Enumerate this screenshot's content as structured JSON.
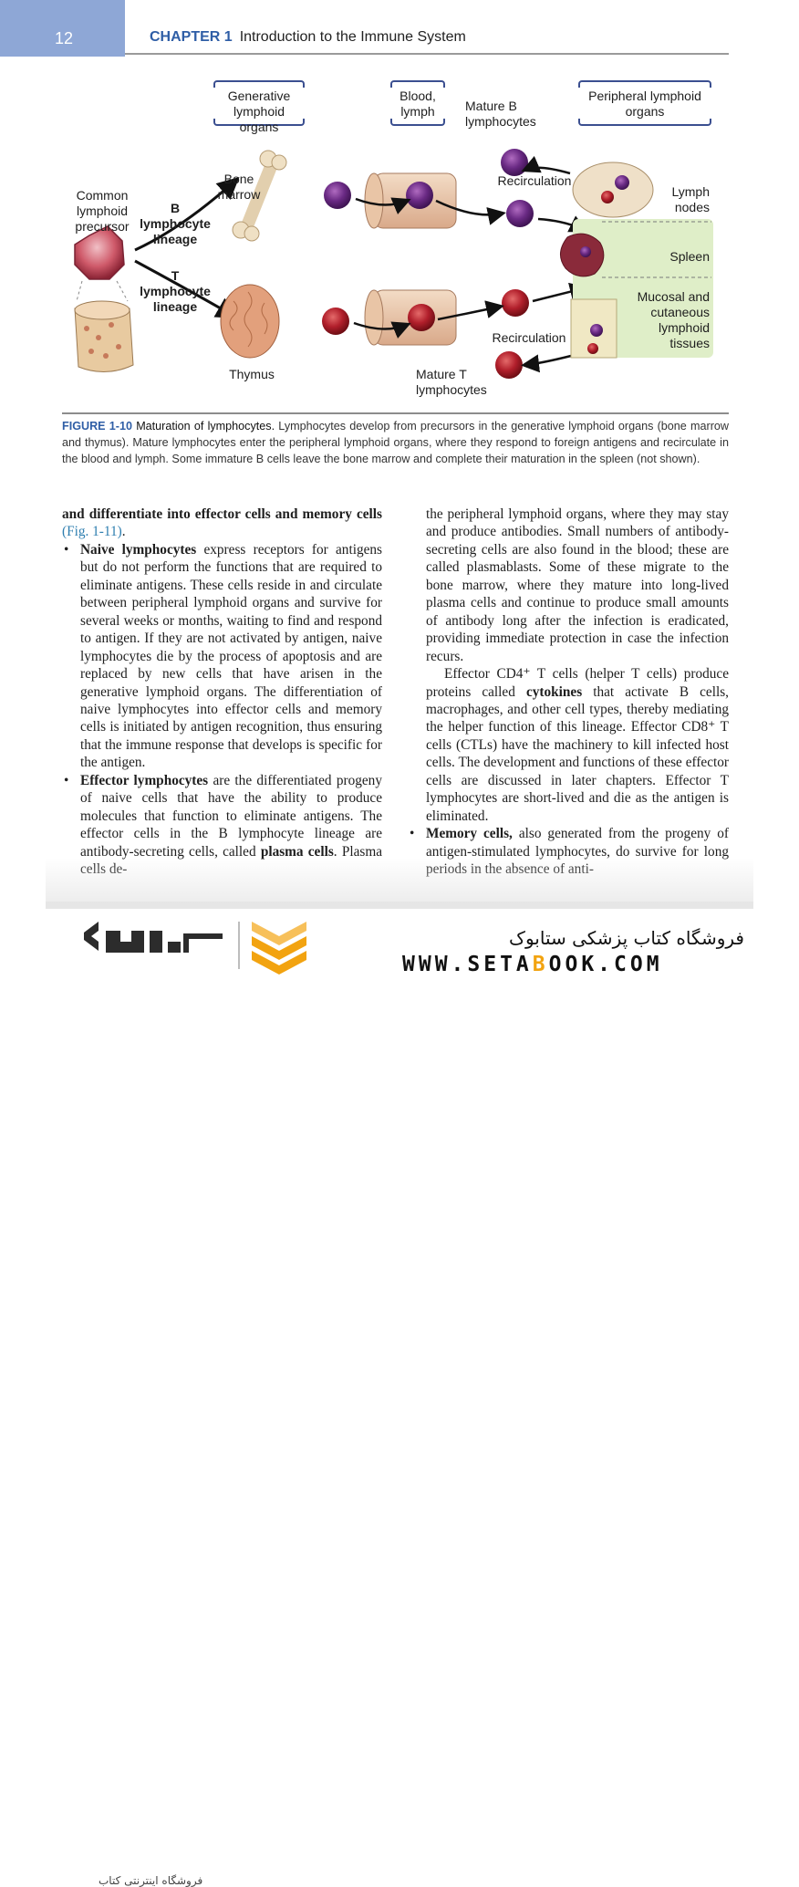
{
  "header": {
    "page_number": "12",
    "chapter_label": "CHAPTER 1",
    "chapter_title": "Introduction to the Immune System"
  },
  "figure": {
    "col_generative": "Generative lymphoid organs",
    "col_blood": "Blood, lymph",
    "col_peripheral": "Peripheral lymphoid organs",
    "common_precursor": "Common lymphoid precursor",
    "bone_marrow": "Bone marrow",
    "b_lineage": "B lymphocyte lineage",
    "t_lineage": "T lymphocyte lineage",
    "thymus": "Thymus",
    "mature_b": "Mature B lymphocytes",
    "mature_t": "Mature T lymphocytes",
    "recirc_top": "Recirculation",
    "recirc_bottom": "Recirculation",
    "lymph_nodes": "Lymph nodes",
    "spleen": "Spleen",
    "mucosal": "Mucosal and cutaneous lymphoid tissues"
  },
  "caption": {
    "label": "FIGURE 1-10",
    "title": "Maturation of lymphocytes.",
    "text": "Lymphocytes develop from precursors in the generative lymphoid organs (bone marrow and thymus). Mature lymphocytes enter the peripheral lymphoid organs, where they respond to foreign antigens and recirculate in the blood and lymph. Some immature B cells leave the bone marrow and complete their maturation in the spleen (not shown)."
  },
  "left_column": {
    "p1_bold": "and differentiate into effector cells and memory cells",
    "p1_link": "(Fig. 1-11)",
    "p1_end": ".",
    "b1_term": "Naive lymphocytes",
    "b1_text": " express receptors for antigens but do not perform the functions that are required to eliminate antigens. These cells reside in and circulate between peripheral lymphoid organs and survive for several weeks or months, waiting to find and respond to antigen. If they are not activated by antigen, naive lymphocytes die by the process of apoptosis and are replaced by new cells that have arisen in the generative lymphoid organs. The differentiation of naive lymphocytes into effector cells and memory cells is initiated by antigen recognition, thus ensuring that the immune response that develops is specific for the antigen.",
    "b2_term": "Effector lymphocytes",
    "b2_text": " are the differentiated progeny of naive cells that have the ability to produce molecules that function to eliminate antigens. The effector cells in the B lymphocyte lineage are antibody-secreting cells, called ",
    "b2_term2": "plasma cells",
    "b2_end": ". Plasma cells de-"
  },
  "right_column": {
    "p1": "the peripheral lymphoid organs, where they may stay and produce antibodies. Small numbers of antibody-secreting cells are also found in the blood; these are called plasmablasts. Some of these migrate to the bone marrow, where they mature into long-lived plasma cells and continue to produce small amounts of antibody long after the infection is eradicated, providing immediate protection in case the infection recurs.",
    "p2_a": "Effector CD4⁺ T cells (helper T cells) produce proteins called ",
    "p2_term": "cytokines",
    "p2_b": " that activate B cells, macrophages, and other cell types, thereby mediating the helper function of this lineage. Effector CD8⁺ T cells (CTLs) have the machinery to kill infected host cells. The development and functions of these effector cells are discussed in later chapters. Effector T lymphocytes are short-lived and die as the antigen is eliminated.",
    "b3_term": "Memory cells,",
    "b3_text": " also generated from the progeny of antigen-stimulated lymphocytes, do survive for long periods in the absence of anti-"
  },
  "footer": {
    "shop_name_fa": "فروشگاه کتاب پزشکی ستابوک",
    "url_a": "WWW.SETA",
    "url_o": "B",
    "url_b": "OOK.COM",
    "logo_text_fa": "فروشگاه اینترنتی کتاب",
    "accent_color": "#f2a310"
  }
}
